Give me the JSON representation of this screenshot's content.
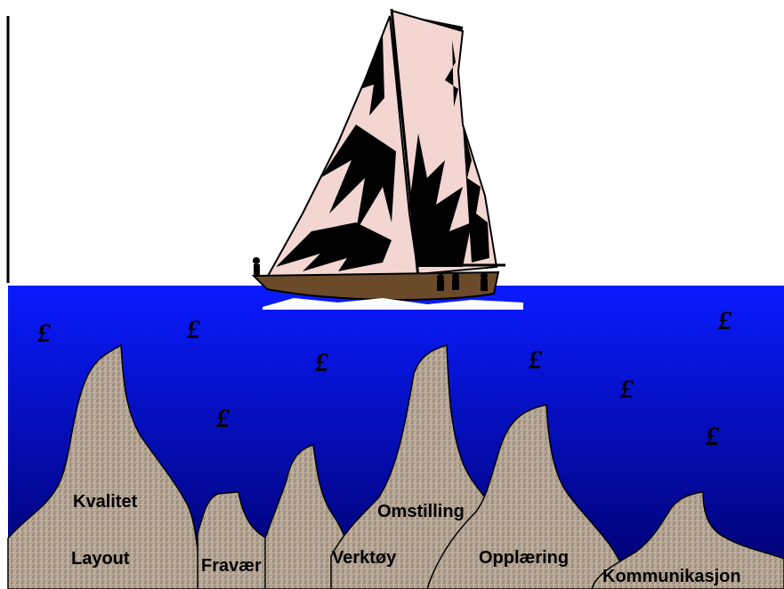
{
  "labels": {
    "kvalitet": "Kvalitet",
    "layout": "Layout",
    "fravaer": "Fravær",
    "verktoy": "Verktøy",
    "omstilling": "Omstilling",
    "opplaering": "Opplæring",
    "kommunikasjon": "Kommunikasjon"
  },
  "pound_symbol": "£",
  "colors": {
    "sea_top": "#0a1bff",
    "sea_bottom": "#00006a",
    "rock": "#b0a08e",
    "sail": "#f3d6d2",
    "sail_shadow": "#000000",
    "hull": "#6b4a2a"
  }
}
